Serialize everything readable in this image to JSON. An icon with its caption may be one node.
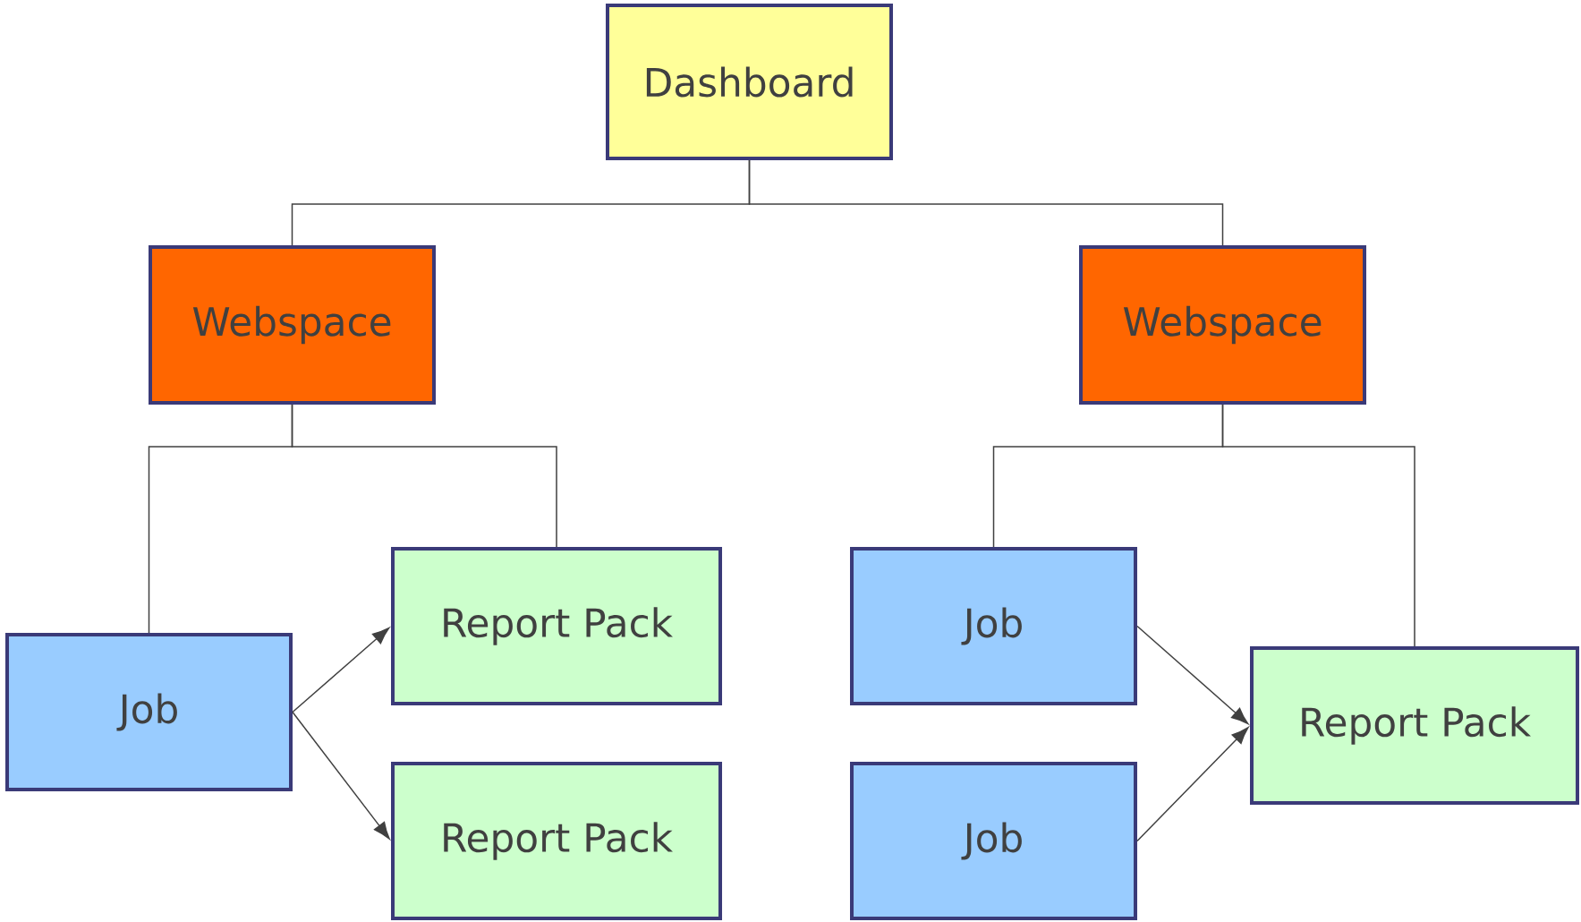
{
  "diagram": {
    "nodes": [
      {
        "text": [
          "Dashboard"
        ]
      },
      {
        "text": [
          "Webspace"
        ]
      },
      {
        "text": [
          "Webspace"
        ]
      },
      {
        "text": [
          "Job"
        ]
      },
      {
        "text": [
          "Report Pack"
        ]
      },
      {
        "text": [
          "Report Pack"
        ]
      },
      {
        "text": [
          "Job"
        ]
      },
      {
        "text": [
          "Job"
        ]
      },
      {
        "text": [
          "Report Pack"
        ]
      }
    ],
    "edges": [
      {
        "from": 0,
        "to": 1,
        "arrow": "none"
      },
      {
        "from": 0,
        "to": 2,
        "arrow": "none"
      },
      {
        "from": 1,
        "to": 3,
        "arrow": "none"
      },
      {
        "from": 1,
        "to": 4,
        "arrow": "none"
      },
      {
        "from": 2,
        "to": 6,
        "arrow": "none"
      },
      {
        "from": 2,
        "to": 8,
        "arrow": "none"
      },
      {
        "from": 3,
        "to": 4,
        "arrow": "to"
      },
      {
        "from": 3,
        "to": 5,
        "arrow": "to"
      },
      {
        "from": 6,
        "to": 8,
        "arrow": "to"
      },
      {
        "from": 7,
        "to": 8,
        "arrow": "to"
      }
    ]
  }
}
